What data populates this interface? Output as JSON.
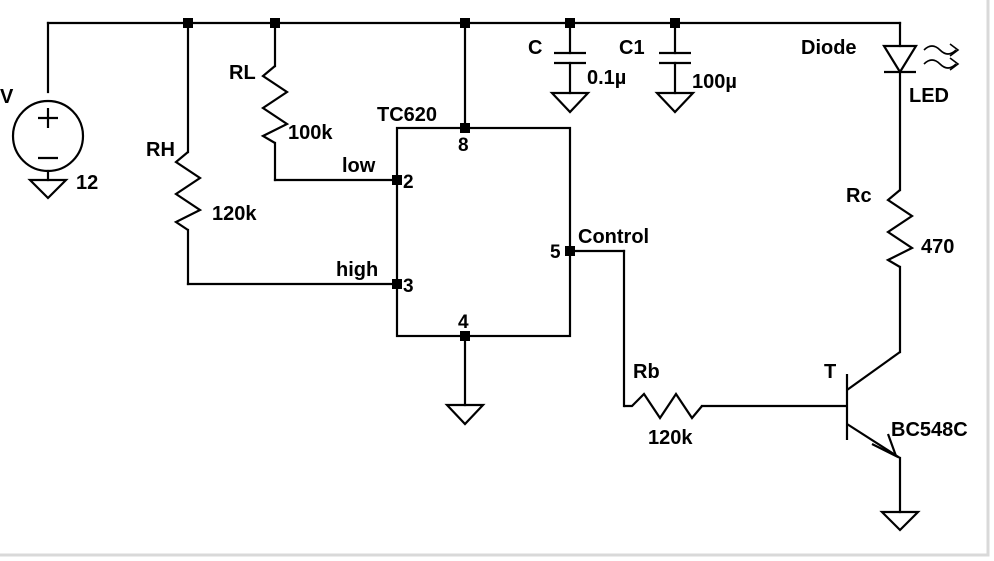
{
  "source": {
    "name": "V",
    "value": "12"
  },
  "rh": {
    "name": "RH",
    "value": "120k"
  },
  "rl": {
    "name": "RL",
    "value": "100k"
  },
  "ic": {
    "name": "TC620",
    "pins": {
      "p8": "8",
      "p2": "2",
      "p3": "3",
      "p5": "5",
      "p4": "4"
    },
    "net_labels": {
      "low": "low",
      "high": "high",
      "control": "Control"
    }
  },
  "c": {
    "name": "C",
    "value": "0.1µ"
  },
  "c1": {
    "name": "C1",
    "value": "100µ"
  },
  "diode": {
    "name": "Diode",
    "value": "LED"
  },
  "rc": {
    "name": "Rc",
    "value": "470"
  },
  "rb": {
    "name": "Rb",
    "value": "120k"
  },
  "transistor": {
    "name": "T",
    "value": "BC548C"
  }
}
